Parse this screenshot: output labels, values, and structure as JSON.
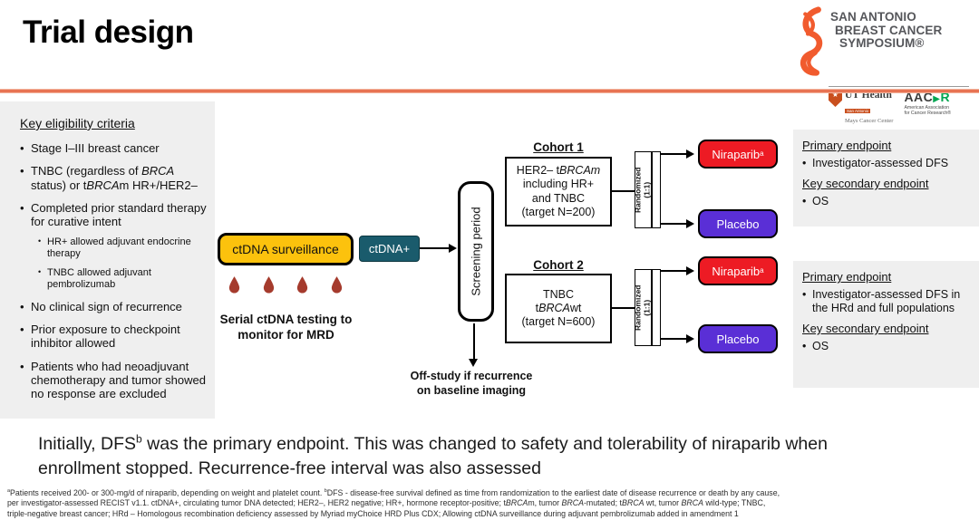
{
  "colors": {
    "orange_rule": "#E87353",
    "sabcs_orange": "#F15B2E",
    "surveillance_yellow": "#FCC20D",
    "ctdna_teal": "#1A5B6C",
    "niraparib_red": "#ED1B24",
    "placebo_purple": "#5A2FD6",
    "panel_gray": "#EFEFEF",
    "aacr_green": "#00A651",
    "ut_orange": "#C94F1E",
    "drop_red": "#A53B2D"
  },
  "header": {
    "title": "Trial design"
  },
  "logo": {
    "line1": "SAN ANTONIO",
    "line2": "BREAST CANCER",
    "line3": "SYMPOSIUM®",
    "ut_star": "★",
    "ut_name": "UT Health",
    "ut_sub": "San Antonio",
    "ut_sub2": "Mays Cancer Center",
    "aacr_a": "AAC",
    "aacr_arrow": "▶",
    "aacr_r": "R",
    "aacr_sub1": "American Association",
    "aacr_sub2": "for Cancer Research®"
  },
  "eligibility": {
    "heading": "Key eligibility criteria",
    "bullets": [
      "Stage I–III breast cancer",
      [
        {
          "t": "TNBC (regardless of "
        },
        {
          "t": "BRCA",
          "cls": "it"
        },
        {
          "t": " status) or t"
        },
        {
          "t": "BRCA",
          "cls": "it"
        },
        {
          "t": "m HR+/HER2–"
        }
      ],
      "Completed prior standard therapy for curative intent",
      "No clinical sign of recurrence",
      "Prior exposure to checkpoint inhibitor allowed",
      "Patients who had neoadjuvant chemotherapy and tumor showed no response are excluded"
    ],
    "sub_bullets": [
      "HR+ allowed adjuvant endocrine therapy",
      "TNBC allowed adjuvant pembrolizumab"
    ]
  },
  "flow": {
    "surveillance_label": "ctDNA surveillance",
    "ctdna_pos_label": "ctDNA+",
    "serial_line1": "Serial ctDNA testing to",
    "serial_line2": "monitor for MRD",
    "screening_label": "Screening period",
    "offstudy_line1": "Off-study if recurrence",
    "offstudy_line2": "on baseline imaging"
  },
  "cohort1": {
    "label": "Cohort 1",
    "lines": [
      [
        {
          "t": "HER2– t"
        },
        {
          "t": "BRCA",
          "cls": "it"
        },
        {
          "t": "m",
          "cls": "it"
        }
      ],
      "including HR+",
      "and TNBC",
      "(target N=200)"
    ],
    "rand_line1": "Randomized",
    "rand_line2": "(1:1)",
    "niraparib": [
      {
        "t": "Niraparib"
      },
      {
        "t": "a",
        "cls": "sup"
      }
    ],
    "placebo": "Placebo"
  },
  "cohort2": {
    "label": "Cohort 2",
    "lines": [
      "TNBC",
      [
        {
          "t": "t"
        },
        {
          "t": "BRCA",
          "cls": "it"
        },
        {
          "t": "wt"
        }
      ],
      "(target N=600)"
    ],
    "rand_line1": "Randomized",
    "rand_line2": "(1:1)",
    "niraparib": [
      {
        "t": "Niraparib"
      },
      {
        "t": "a",
        "cls": "sup"
      }
    ],
    "placebo": "Placebo"
  },
  "endpoints1": {
    "primary_heading": "Primary endpoint",
    "primary_bullet": "Investigator-assessed DFS",
    "secondary_heading": "Key secondary endpoint",
    "secondary_bullet": "OS"
  },
  "endpoints2": {
    "primary_heading": "Primary endpoint",
    "primary_bullet": "Investigator-assessed DFS in the HRd and full populations",
    "secondary_heading": "Key secondary endpoint",
    "secondary_bullet": "OS"
  },
  "summary": {
    "line1": [
      {
        "t": "Initially, DFS"
      },
      {
        "t": "b",
        "cls": "sup"
      },
      {
        "t": " was the primary endpoint. This was changed to safety and tolerability of niraparib when"
      }
    ],
    "line2": "enrollment stopped. Recurrence-free interval was also assessed"
  },
  "footnote": {
    "lines": [
      [
        {
          "t": "a",
          "cls": "sup"
        },
        {
          "t": "Patients received 200- or 300-mg/d of niraparib, depending on weight and platelet count. "
        },
        {
          "t": "b",
          "cls": "sup"
        },
        {
          "t": "DFS - disease-free survival defined as time from randomization to the earliest date of disease recurrence or death by any cause,"
        }
      ],
      [
        {
          "t": "per investigator-assessed RECIST v1.1. ctDNA+, circulating tumor DNA detected; HER2–, HER2 negative; HR+, hormone receptor-positive; t"
        },
        {
          "t": "BRCA",
          "cls": "it"
        },
        {
          "t": "m, tumor "
        },
        {
          "t": "BRCA",
          "cls": "it"
        },
        {
          "t": "-mutated; t"
        },
        {
          "t": "BRCA",
          "cls": "it"
        },
        {
          "t": " wt, tumor "
        },
        {
          "t": "BRCA",
          "cls": "it"
        },
        {
          "t": " wild-type; TNBC,"
        }
      ],
      "triple-negative breast cancer; HRd – Homologous recombination deficiency assessed by Myriad myChoice HRD Plus CDX; Allowing ctDNA surveillance during adjuvant pembrolizumab added in amendment 1"
    ]
  }
}
